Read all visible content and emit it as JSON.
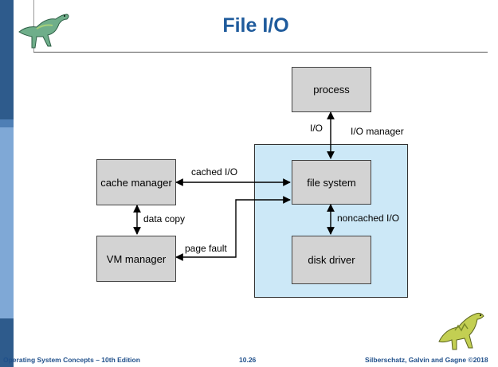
{
  "slide": {
    "title": "File I/O",
    "footer_left": "Operating System Concepts – 10th Edition",
    "footer_center": "10.26",
    "footer_right": "Silberschatz, Galvin and Gagne ©2018"
  },
  "diagram": {
    "nodes": {
      "process": "process",
      "file_system": "file system",
      "disk_driver": "disk driver",
      "cache_manager": "cache manager",
      "vm_manager": "VM manager"
    },
    "edge_labels": {
      "io": "I/O",
      "io_manager": "I/O manager",
      "cached_io": "cached I/O",
      "data_copy": "data copy",
      "page_fault": "page fault",
      "noncached_io": "noncached I/O"
    }
  },
  "colors": {
    "title": "#1f5b9c",
    "box_fill": "#d3d3d3",
    "io_region": "#cce8f7",
    "sidebar_dark": "#2e5b8c",
    "sidebar_light": "#7fa8d6"
  },
  "icons": [
    "dinosaur-logo-icon",
    "dinosaur-logo-icon"
  ]
}
